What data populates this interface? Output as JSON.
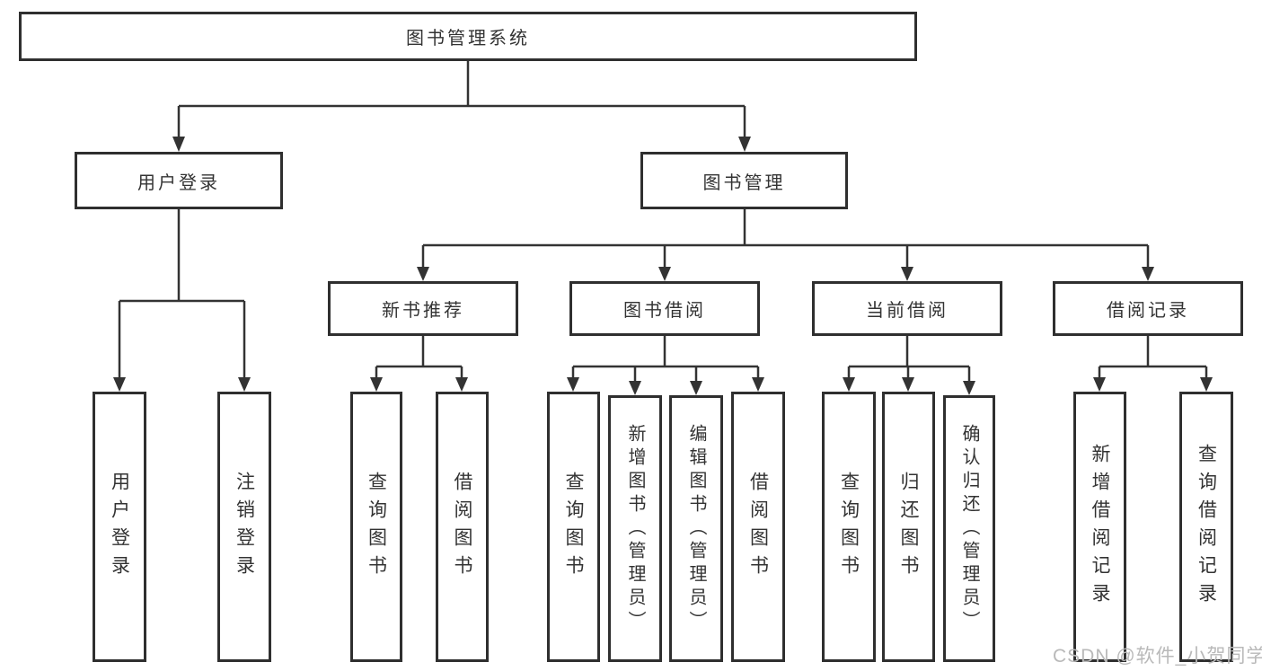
{
  "diagram_title": "图书管理系统",
  "nodes": {
    "root": {
      "label": "图书管理系统"
    },
    "user_login": {
      "label": "用户登录"
    },
    "book_management": {
      "label": "图书管理"
    },
    "new_book_recommend": {
      "label": "新书推荐"
    },
    "book_borrowing": {
      "label": "图书借阅"
    },
    "current_borrowing": {
      "label": "当前借阅"
    },
    "borrowing_records": {
      "label": "借阅记录"
    },
    "ul_user_login": {
      "label": "用户登录"
    },
    "ul_logout": {
      "label": "注销登录"
    },
    "nb_query_books": {
      "label": "查询图书"
    },
    "nb_borrow_books": {
      "label": "借阅图书"
    },
    "bb_query_books": {
      "label": "查询图书"
    },
    "bb_add_books": {
      "label": "新增图书（管理员）"
    },
    "bb_edit_books": {
      "label": "编辑图书（管理员）"
    },
    "bb_borrow_books": {
      "label": "借阅图书"
    },
    "cb_query_books": {
      "label": "查询图书"
    },
    "cb_return_books": {
      "label": "归还图书"
    },
    "cb_confirm_return": {
      "label": "确认归还（管理员）"
    },
    "br_add_record": {
      "label": "新增借阅记录"
    },
    "br_query_record": {
      "label": "查询借阅记录"
    }
  },
  "hierarchy": {
    "图书管理系统": {
      "用户登录": [
        "用户登录",
        "注销登录"
      ],
      "图书管理": {
        "新书推荐": [
          "查询图书",
          "借阅图书"
        ],
        "图书借阅": [
          "查询图书",
          "新增图书（管理员）",
          "编辑图书（管理员）",
          "借阅图书"
        ],
        "当前借阅": [
          "查询图书",
          "归还图书",
          "确认归还（管理员）"
        ],
        "借阅记录": [
          "新增借阅记录",
          "查询借阅记录"
        ]
      }
    }
  },
  "watermark": "CSDN @软件_小贺同学",
  "colors": {
    "line": "#333333",
    "box_border": "#2f2f2f",
    "box_fill": "#ffffff",
    "text": "#333333",
    "watermark": "#b9b9b9",
    "background": "#ffffff"
  }
}
